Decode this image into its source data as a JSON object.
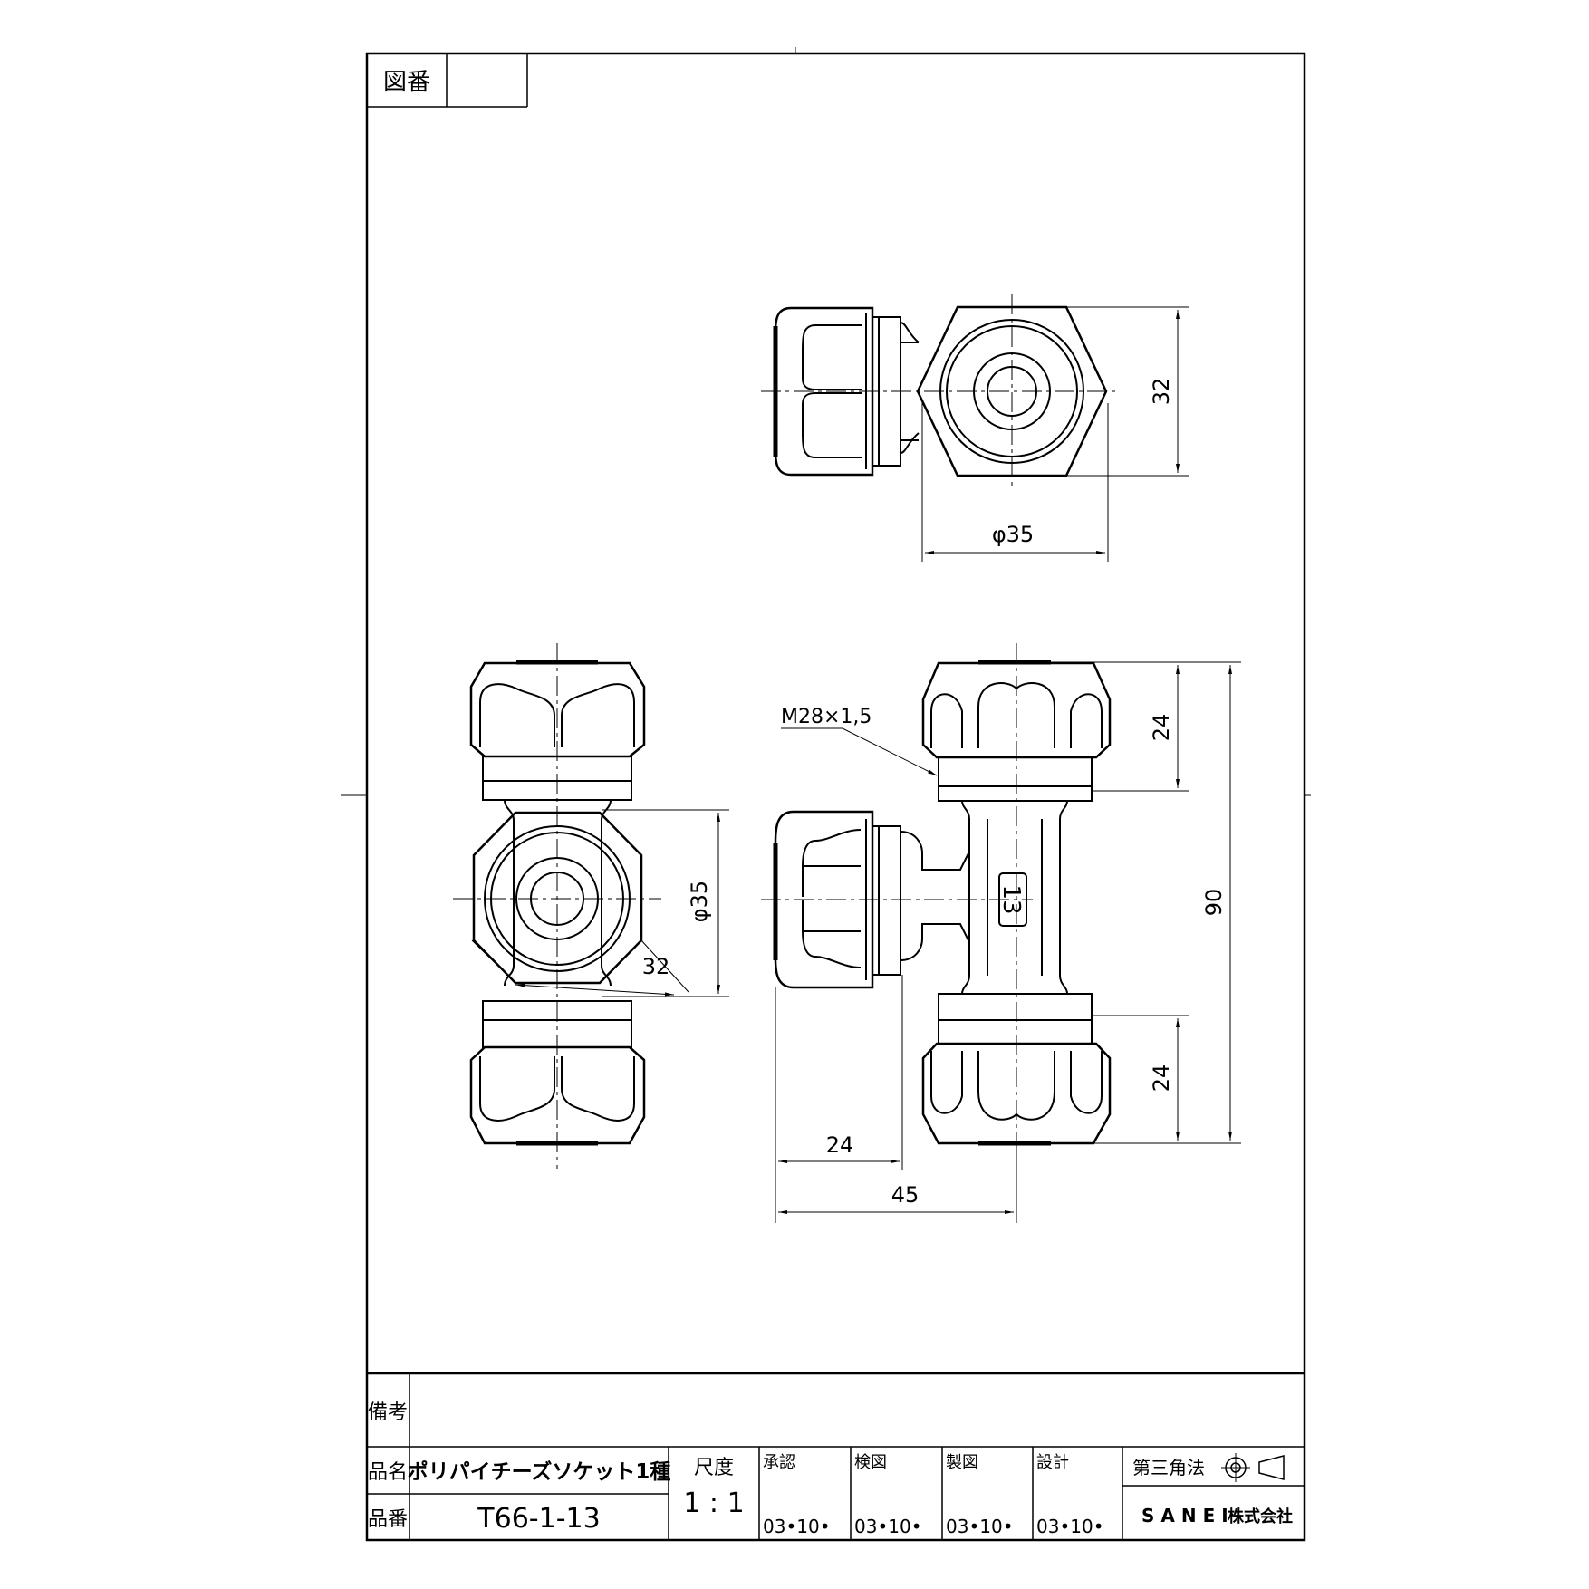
{
  "drawing_number_label": "図番",
  "drawing_number_value": "",
  "remarks_label": "備考",
  "remarks_value": "",
  "product_name_label": "品名",
  "product_name": "ポリパイチーズソケット1種",
  "product_number_label": "品番",
  "product_number": "T66-1-13",
  "scale_label": "尺度",
  "scale_value": "1 : 1",
  "approval_label": "承認",
  "check_label": "検図",
  "drafting_label": "製図",
  "design_label": "設計",
  "approval_date": "03•10•",
  "check_date": "03•10•",
  "drafting_date": "03•10•",
  "design_date": "03•10•",
  "projection_label": "第三角法",
  "company": "SANEI",
  "company_suffix": "株式会社",
  "dims": {
    "top_height": "32",
    "top_diameter": "φ35",
    "front_diameter": "φ35",
    "front_hex": "32",
    "thread": "M28×1,5",
    "side_upper": "24",
    "side_lower": "24",
    "side_total": "90",
    "side_branch": "24",
    "side_offset": "45",
    "size_mark": "13"
  }
}
